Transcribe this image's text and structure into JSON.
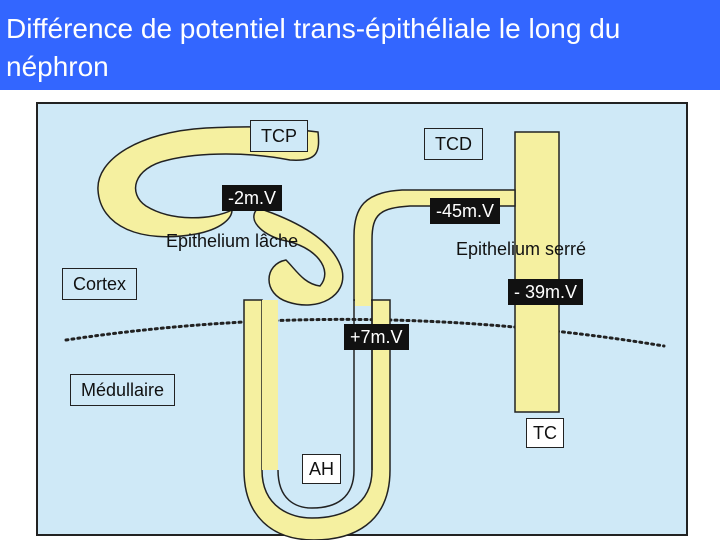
{
  "title": "Différence de potentiel trans-épithéliale le long du néphron",
  "labels": {
    "tcp": "TCP",
    "tcd": "TCD",
    "tcp_potential": "-2m.V",
    "tcd_potential": "-45m.V",
    "epithelium_lache": "Epithelium lâche",
    "epithelium_serre": "Epithelium serré",
    "cortex": "Cortex",
    "tc_potential": "- 39m.V",
    "ah_potential": "+7m.V",
    "medullaire": "Médullaire",
    "tc": "TC",
    "ah": "AH"
  },
  "colors": {
    "title_bar": "#3366ff",
    "panel": "#cfe9f7",
    "tubule": "#f5f0a0",
    "outline": "#222222"
  }
}
